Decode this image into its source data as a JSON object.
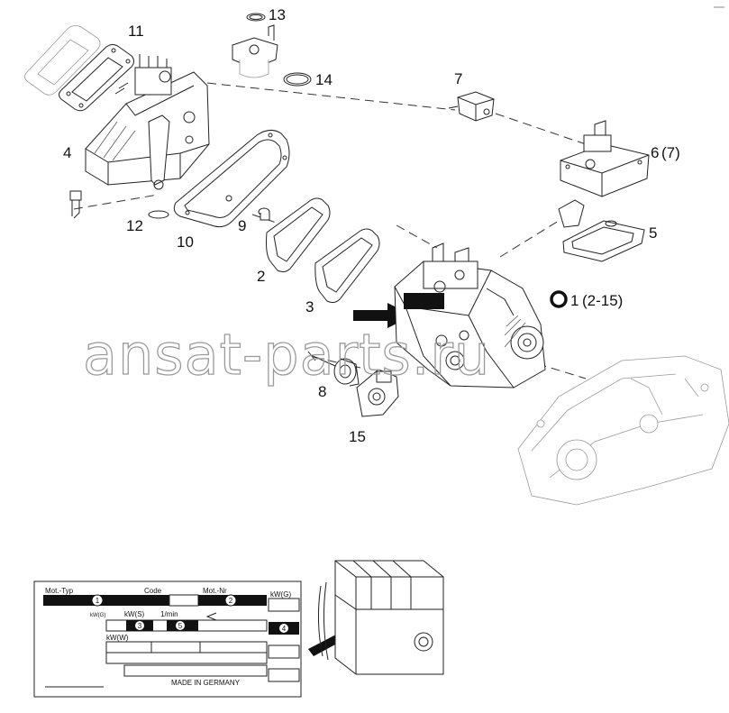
{
  "watermark": "ansat-parts.ru",
  "callouts": {
    "c1": "1",
    "c1_range": "(2-15)",
    "c2": "2",
    "c3": "3",
    "c4": "4",
    "c5": "5",
    "c6": "6",
    "c6_ref": "(7)",
    "c7": "7",
    "c8": "8",
    "c9": "9",
    "c10": "10",
    "c11": "11",
    "c12": "12",
    "c13": "13",
    "c14": "14",
    "c15": "15"
  },
  "plate": {
    "mot_typ": "Mot.-Typ",
    "code": "Code",
    "mot_nr": "Mot.-Nr",
    "kwg": "kW(G)",
    "kwg_small": "kW(G)",
    "kws": "kW(S)",
    "rpm": "1/min",
    "kww": "kW(W)",
    "made_in": "MADE IN GERMANY",
    "n1": "1",
    "n2": "2",
    "n3": "3",
    "n4": "4",
    "n5": "5"
  }
}
